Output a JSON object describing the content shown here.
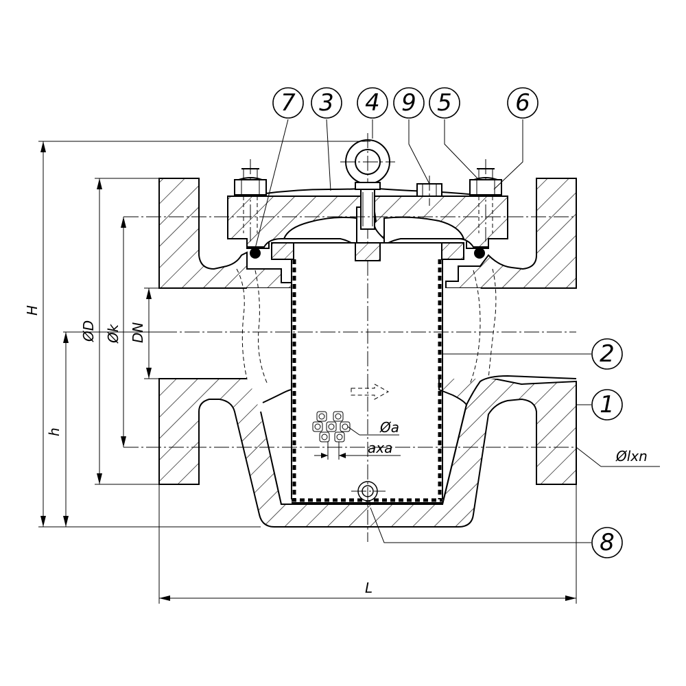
{
  "balloons": {
    "b7": "7",
    "b3": "3",
    "b4": "4",
    "b9": "9",
    "b5": "5",
    "b6": "6",
    "b2": "2",
    "b1": "1",
    "b8": "8"
  },
  "dimensions": {
    "H": "H",
    "h": "h",
    "D": "ØD",
    "k": "Øk",
    "DN": "DN",
    "L": "L",
    "a": "Øa",
    "axa": "axa",
    "lxn": "Ølxn"
  }
}
